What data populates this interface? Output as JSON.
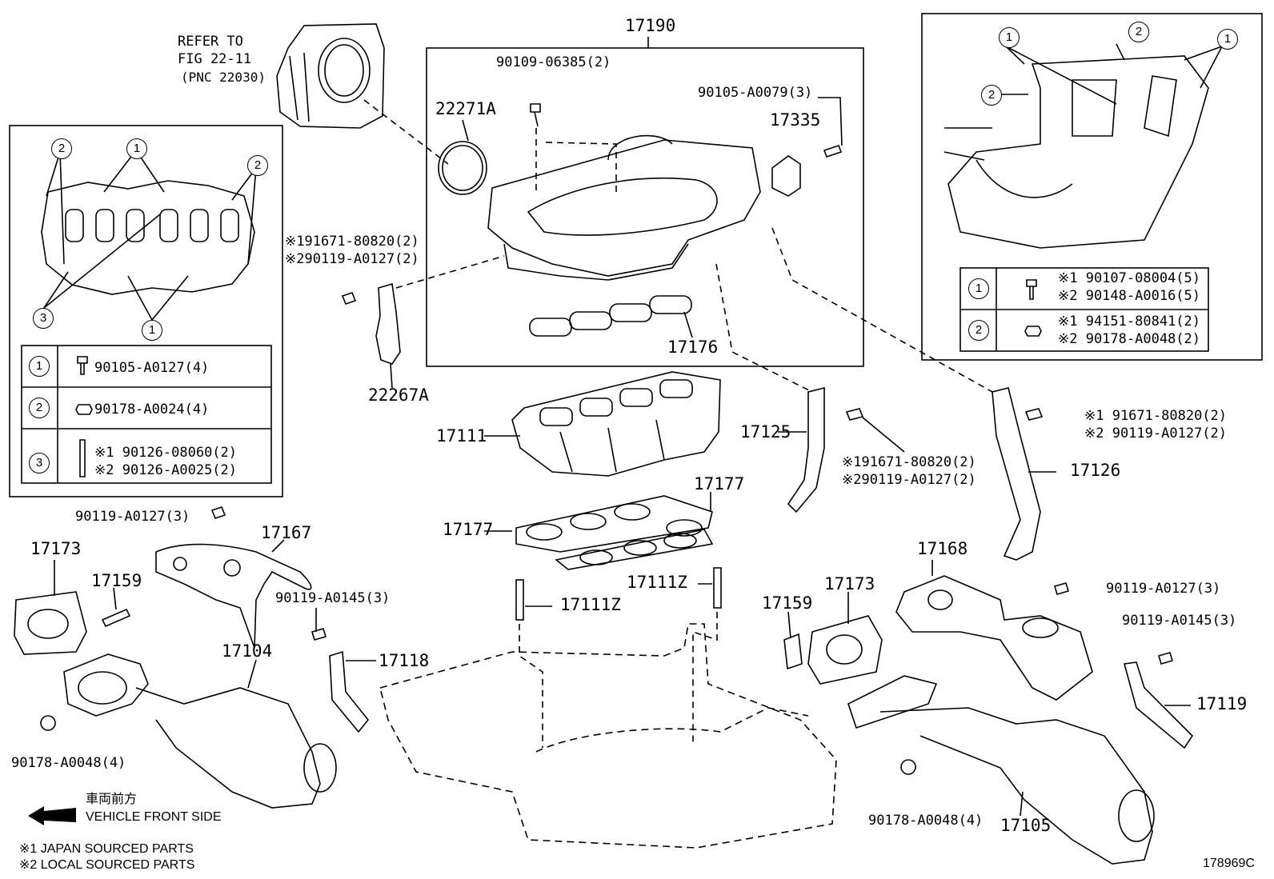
{
  "diagram": {
    "refer": {
      "line1": "REFER TO",
      "line2": "FIG 22-11",
      "line3": "(PNC 22030)"
    },
    "parts": {
      "p17190": "17190",
      "p90109": "90109-06385(2)",
      "p90105b": "90105-A0079(3)",
      "p22271A": "22271A",
      "p17335": "17335",
      "p17176": "17176",
      "p22267A": "22267A",
      "pLeftBolt1": "※191671-80820(2)",
      "pLeftBolt2": "※290119-A0127(2)",
      "p17111": "17111",
      "p17177a": "17177",
      "p17177b": "17177",
      "p17111Za": "17111Z",
      "p17111Zb": "17111Z",
      "p17125": "17125",
      "pMidBolt1": "※191671-80820(2)",
      "pMidBolt2": "※290119-A0127(2)",
      "pRightBolt1": "※1 91671-80820(2)",
      "pRightBolt2": "※2 90119-A0127(2)",
      "p17126": "17126",
      "p90119a": "90119-A0127(3)",
      "p17173a": "17173",
      "p17167": "17167",
      "p17159a": "17159",
      "p90119b": "90119-A0145(3)",
      "p17104": "17104",
      "p17118": "17118",
      "p90178a": "90178-A0048(4)",
      "p17159b": "17159",
      "p17173b": "17173",
      "p17168": "17168",
      "p90119c": "90119-A0127(3)",
      "p90119d": "90119-A0145(3)",
      "p17119": "17119",
      "p90178b": "90178-A0048(4)",
      "p17105": "17105"
    },
    "left_legend": {
      "rows": [
        {
          "mark": "1",
          "lines": [
            "90105-A0127(4)"
          ]
        },
        {
          "mark": "2",
          "lines": [
            "90178-A0024(4)"
          ]
        },
        {
          "mark": "3",
          "lines": [
            "※1 90126-08060(2)",
            "※2 90126-A0025(2)"
          ]
        }
      ],
      "callouts": [
        "2",
        "1",
        "2",
        "3",
        "1"
      ]
    },
    "right_legend": {
      "rows": [
        {
          "mark": "1",
          "lines": [
            "※1 90107-08004(5)",
            "※2 90148-A0016(5)"
          ]
        },
        {
          "mark": "2",
          "lines": [
            "※1 94151-80841(2)",
            "※2 90178-A0048(2)"
          ]
        }
      ],
      "callouts": [
        "1",
        "2",
        "1",
        "2"
      ]
    },
    "direction": {
      "jp": "車両前方",
      "en": "VEHICLE FRONT SIDE"
    },
    "notes": [
      "※1 JAPAN SOURCED PARTS",
      "※2 LOCAL SOURCED PARTS"
    ],
    "figure_id": "178969C"
  }
}
